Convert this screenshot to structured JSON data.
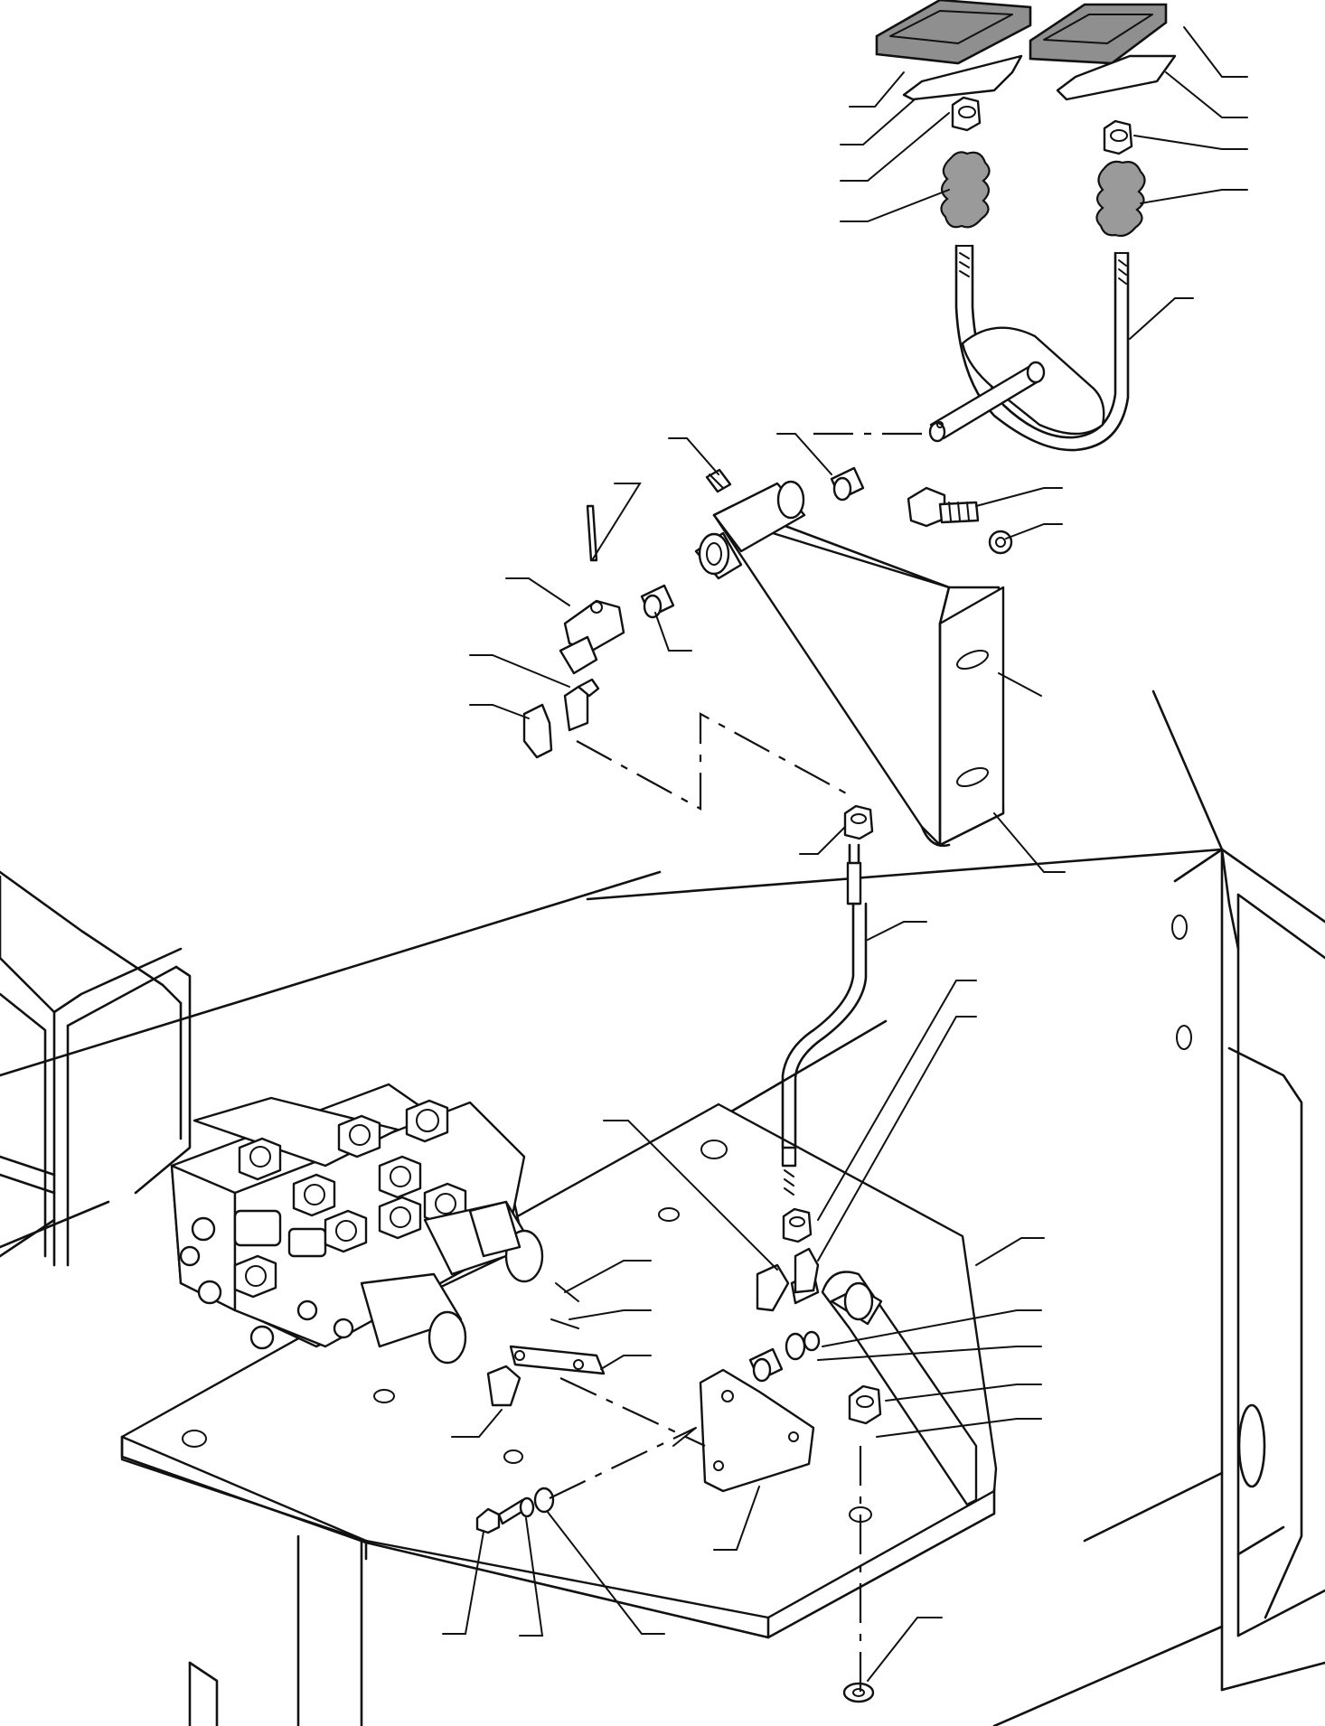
{
  "diagram": {
    "part_groups": [
      "pedal-pads",
      "pedal-plates",
      "nuts",
      "rubber-boots",
      "pedal-yoke",
      "pedal-shaft",
      "mounting-bracket",
      "bushings",
      "bolt-and-washer",
      "clevis-and-clip",
      "control-rod",
      "valve-block",
      "mounting-plate",
      "lever-bracket",
      "link-plate",
      "frame"
    ],
    "colors": {
      "line": "#111111",
      "background": "#ffffff",
      "shading": "#8f8f8f"
    }
  }
}
